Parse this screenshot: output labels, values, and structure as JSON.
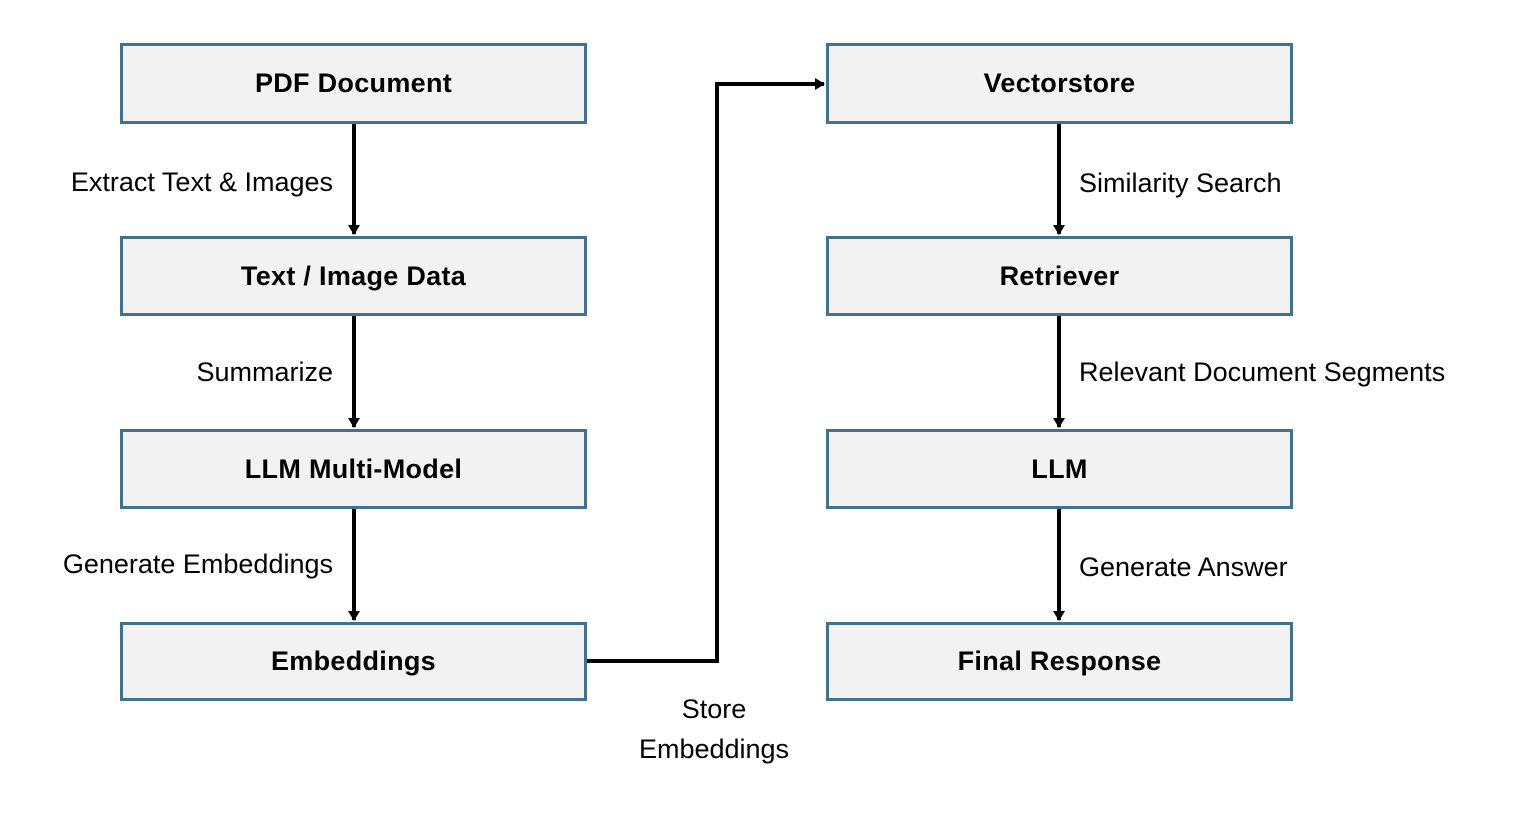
{
  "left_column": {
    "boxes": [
      "PDF Document",
      "Text / Image Data",
      "LLM Multi-Model",
      "Embeddings"
    ],
    "edge_labels": [
      "Extract Text & Images",
      "Summarize",
      "Generate Embeddings"
    ]
  },
  "right_column": {
    "boxes": [
      "Vectorstore",
      "Retriever",
      "LLM",
      "Final Response"
    ],
    "edge_labels": [
      "Similarity Search",
      "Relevant Document Segments",
      "Generate Answer"
    ]
  },
  "bridge": {
    "label_line1": "Store",
    "label_line2": "Embeddings"
  },
  "colors": {
    "box_fill": "#f2f2f2",
    "box_border": "#41718f",
    "arrow": "#000000"
  }
}
